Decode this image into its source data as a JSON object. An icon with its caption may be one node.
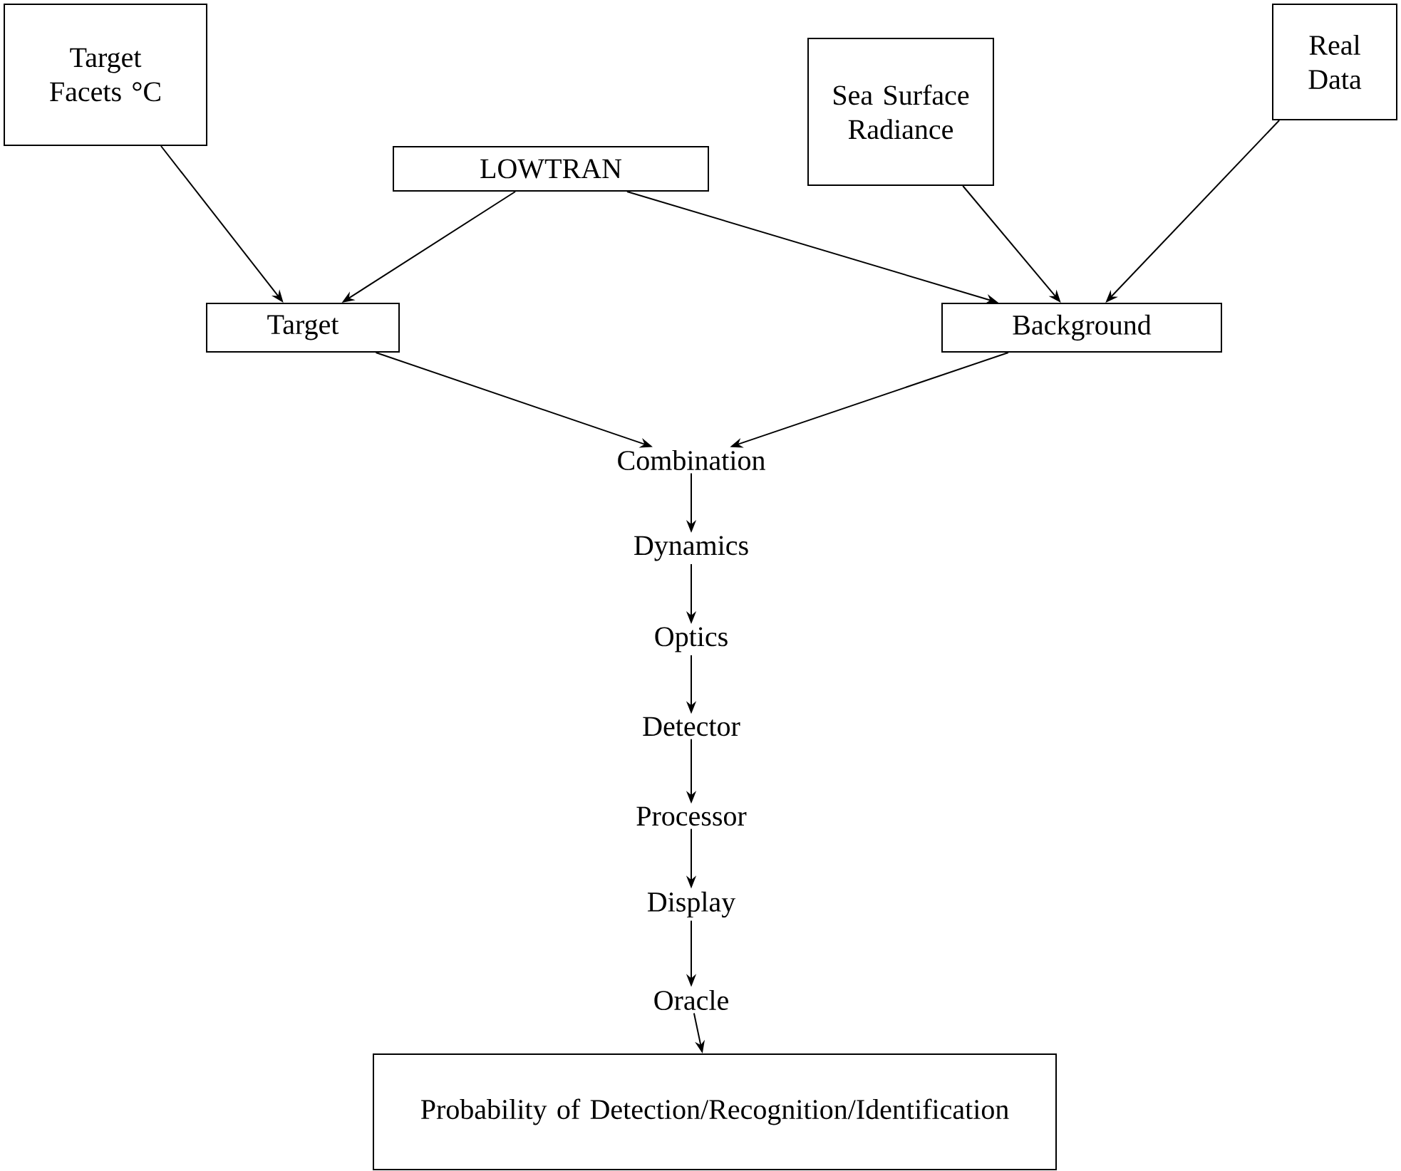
{
  "diagram": {
    "nodes": [
      {
        "text": [
          "Target Facets °C"
        ]
      },
      {
        "text": [
          "LOWTRAN"
        ]
      },
      {
        "text": [
          "Sea Surface Radiance"
        ]
      },
      {
        "text": [
          "Real Data"
        ]
      },
      {
        "text": [
          "Target"
        ]
      },
      {
        "text": [
          "Background"
        ]
      },
      {
        "text": [
          "Combination"
        ]
      },
      {
        "text": [
          "Dynamics"
        ]
      },
      {
        "text": [
          "Optics"
        ]
      },
      {
        "text": [
          "Detector"
        ]
      },
      {
        "text": [
          "Processor"
        ]
      },
      {
        "text": [
          "Display"
        ]
      },
      {
        "text": [
          "Oracle"
        ]
      },
      {
        "text": [
          "Probability of Detection/Recognition/Identification"
        ]
      }
    ],
    "edges": [
      {
        "from": 0,
        "to": 4,
        "arrow": "to"
      },
      {
        "from": 1,
        "to": 4,
        "arrow": "to"
      },
      {
        "from": 1,
        "to": 5,
        "arrow": "to"
      },
      {
        "from": 2,
        "to": 5,
        "arrow": "to"
      },
      {
        "from": 3,
        "to": 5,
        "arrow": "to"
      },
      {
        "from": 4,
        "to": 6,
        "arrow": "to"
      },
      {
        "from": 5,
        "to": 6,
        "arrow": "to"
      },
      {
        "from": 6,
        "to": 7,
        "arrow": "to"
      },
      {
        "from": 7,
        "to": 8,
        "arrow": "to"
      },
      {
        "from": 8,
        "to": 9,
        "arrow": "to"
      },
      {
        "from": 9,
        "to": 10,
        "arrow": "to"
      },
      {
        "from": 10,
        "to": 11,
        "arrow": "to"
      },
      {
        "from": 11,
        "to": 12,
        "arrow": "to"
      },
      {
        "from": 12,
        "to": 13,
        "arrow": "to"
      }
    ]
  }
}
